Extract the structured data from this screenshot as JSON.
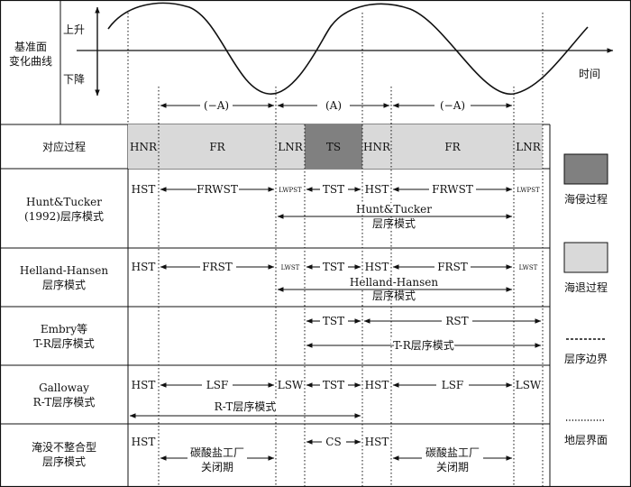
{
  "curve_panel": {
    "row_title": [
      "基准面",
      "变化曲线"
    ],
    "rise_label": "上升",
    "fall_label": "下降",
    "time_label": "时间",
    "intervals": [
      {
        "label": "(−A)"
      },
      {
        "label": "(A)"
      },
      {
        "label": "(−A)"
      }
    ]
  },
  "process_row": {
    "title": "对应过程",
    "cells": [
      {
        "label": "HNR",
        "tone": "light"
      },
      {
        "label": "FR",
        "tone": "light"
      },
      {
        "label": "LNR",
        "tone": "light"
      },
      {
        "label": "TS",
        "tone": "dark"
      },
      {
        "label": "HNR",
        "tone": "light"
      },
      {
        "label": "FR",
        "tone": "light"
      },
      {
        "label": "LNR",
        "tone": "light"
      }
    ]
  },
  "models": [
    {
      "id": "hunt",
      "title": [
        "Hunt&Tucker",
        "(1992)层序模式"
      ],
      "units": [
        "HST",
        "FRWST",
        "LWPST",
        "TST",
        "HST",
        "FRWST",
        "LWPST"
      ],
      "summary": [
        "Hunt&Tucker",
        "层序模式"
      ]
    },
    {
      "id": "helland",
      "title": [
        "Helland-Hansen",
        "层序模式"
      ],
      "units": [
        "HST",
        "FRST",
        "LWST",
        "TST",
        "HST",
        "FRST",
        "LWST"
      ],
      "summary": [
        "Helland-Hansen",
        "层序模式"
      ]
    },
    {
      "id": "embry",
      "title": [
        "Embry等",
        "T-R层序模式"
      ],
      "units": [
        "TST",
        "RST"
      ],
      "summary": [
        "T-R层序模式"
      ]
    },
    {
      "id": "galloway",
      "title": [
        "Galloway",
        "R-T层序模式"
      ],
      "units": [
        "HST",
        "LSF",
        "LSW",
        "TST",
        "HST",
        "LSF",
        "LSW"
      ],
      "summary": [
        "R-T层序模式"
      ]
    },
    {
      "id": "drowning",
      "title": [
        "淹没不整合型",
        "层序模式"
      ],
      "units": [
        "HST",
        "碳酸盐工厂",
        "关闭期",
        "CS",
        "HST",
        "碳酸盐工厂",
        "关闭期"
      ]
    }
  ],
  "legend": {
    "items": [
      {
        "label": "海侵过程",
        "color": "#808080"
      },
      {
        "label": "海退过程",
        "color": "#d9d9d9"
      },
      {
        "label": "层序边界",
        "style": "dashed"
      },
      {
        "label": "地层界面",
        "style": "dotted"
      }
    ]
  },
  "colors": {
    "dark_fill": "#808080",
    "light_fill": "#d9d9d9",
    "line": "#111111"
  }
}
